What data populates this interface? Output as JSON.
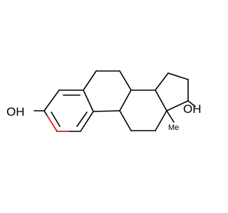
{
  "molecule": {
    "labels": {
      "hydroxyl_left": "OH",
      "hydroxyl_right": "OH",
      "methyl": "Me"
    },
    "colors": {
      "bond": "#000000",
      "highlight": "#ff1a1a",
      "background": "#ffffff"
    }
  }
}
